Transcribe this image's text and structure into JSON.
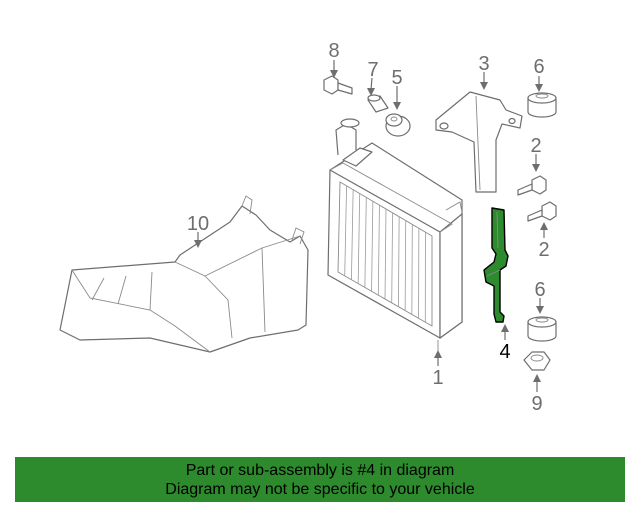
{
  "callouts": {
    "c1": "1",
    "c2a": "2",
    "c2b": "2",
    "c3": "3",
    "c4": "4",
    "c5": "5",
    "c6a": "6",
    "c6b": "6",
    "c7": "7",
    "c8": "8",
    "c9": "9",
    "c10": "10"
  },
  "highlight": {
    "part_number": "4",
    "color": "#2d8a2d"
  },
  "banner": {
    "line1": "Part or sub-assembly is #4 in diagram",
    "line2": "Diagram may not be specific to your vehicle",
    "background": "#2d8a2d"
  }
}
